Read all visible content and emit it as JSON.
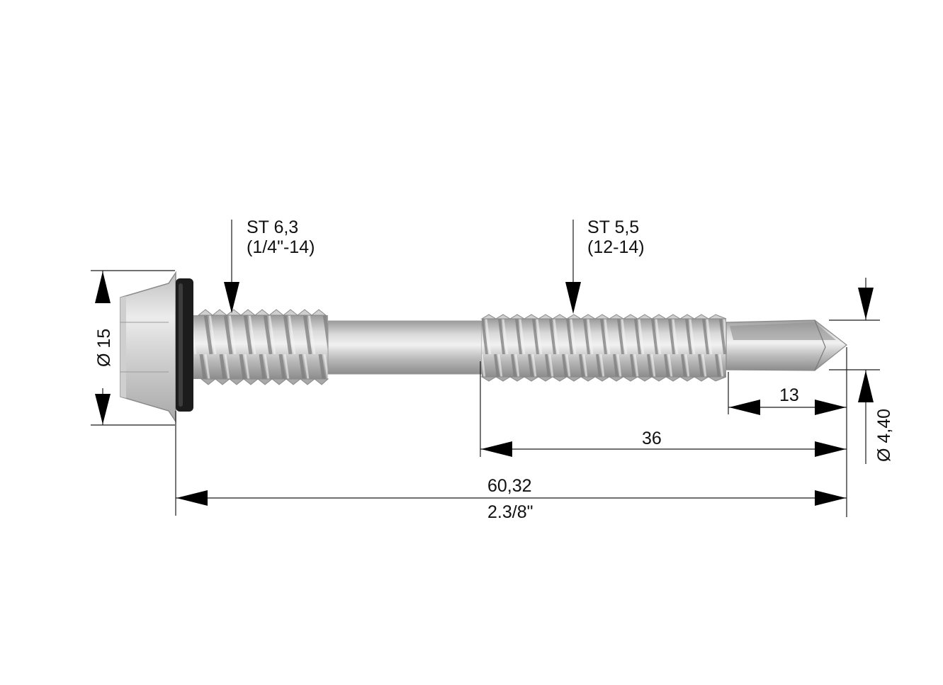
{
  "labels": {
    "thread_head": {
      "line1": "ST 6,3",
      "line2": "(1/4\"-14)"
    },
    "thread_main": {
      "line1": "ST 5,5",
      "line2": "(12-14)"
    },
    "head_diameter": "Ø 15",
    "shank_diameter": "Ø 4,40",
    "drill_length": "13",
    "thread_length": "36",
    "total_length_mm": "60,32",
    "total_length_in": "2.3/8\""
  },
  "colors": {
    "line": "#1a1a1a",
    "arrow": "#000000",
    "steel_light": "#e2e2e2",
    "steel_mid": "#b4b4b4",
    "steel_dark": "#8a8a8a",
    "washer": "#1c1c1c"
  }
}
